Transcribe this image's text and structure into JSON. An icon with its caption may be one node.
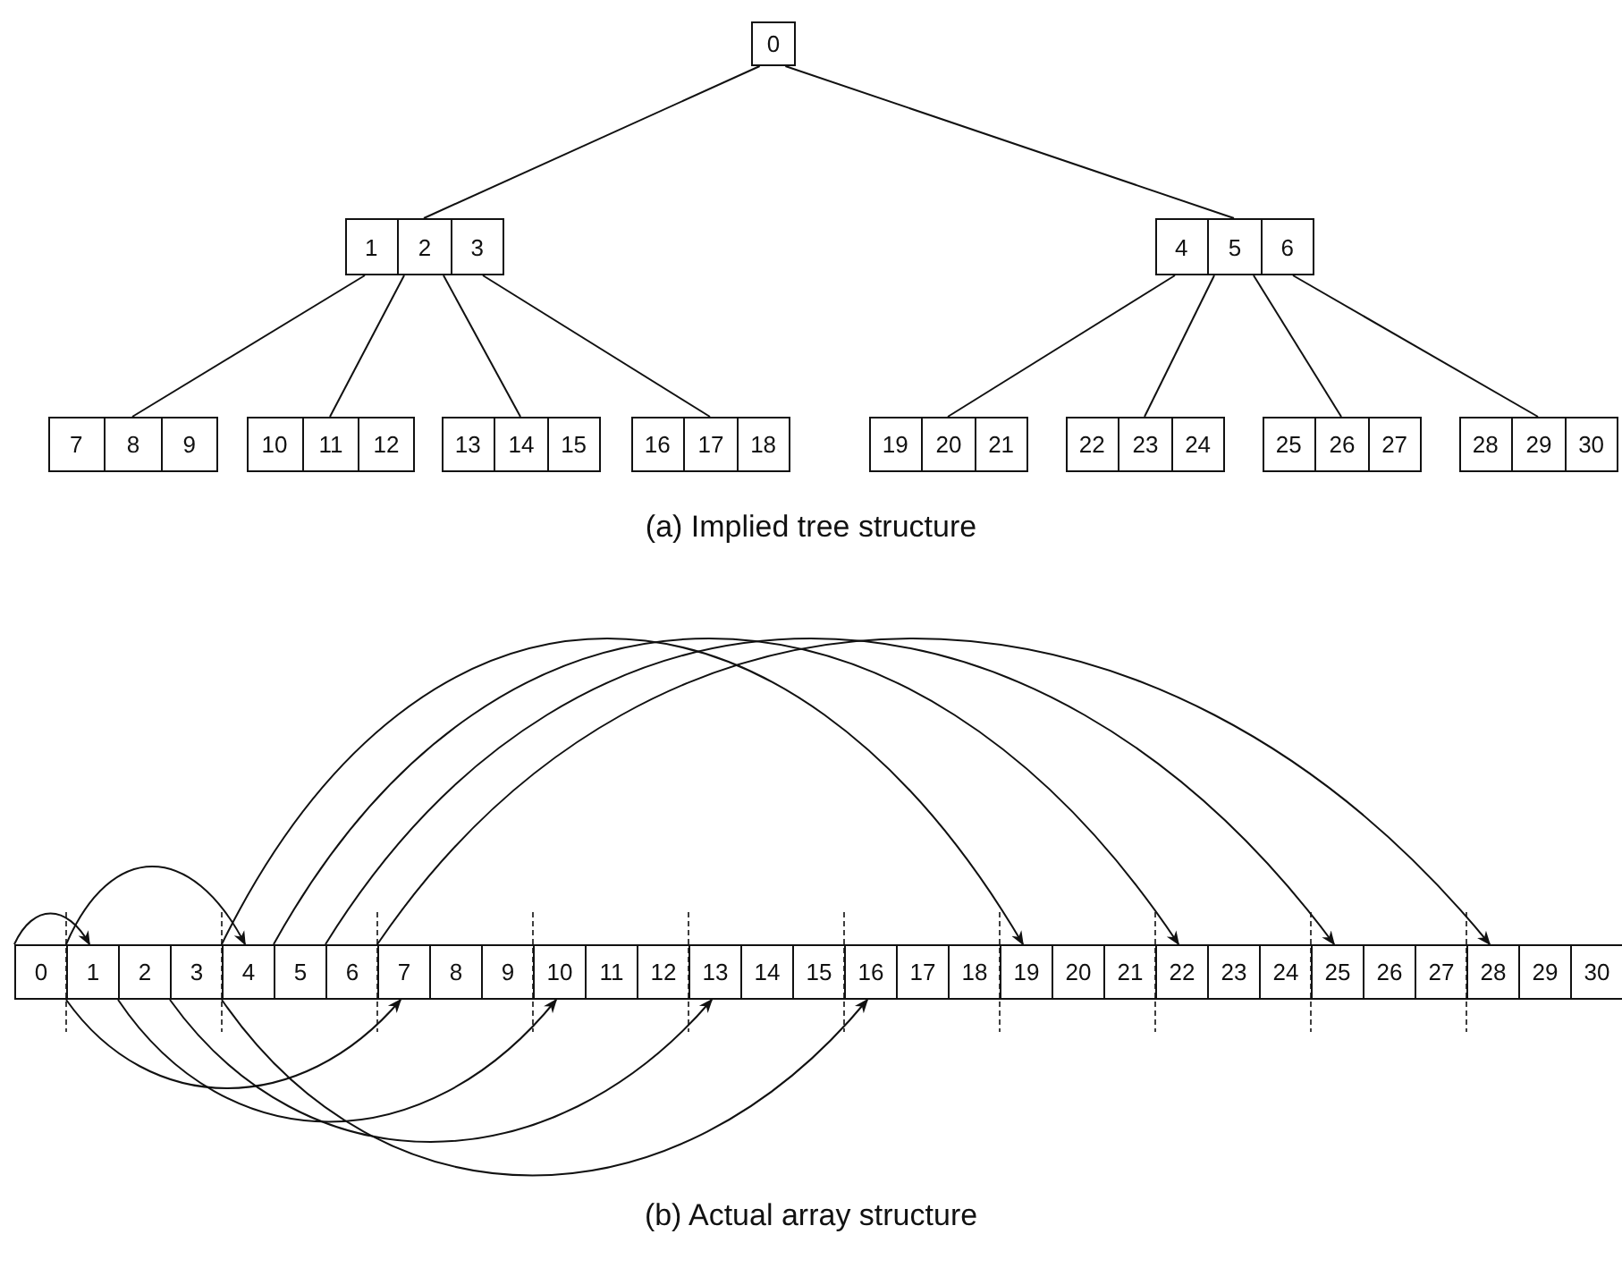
{
  "diagram": {
    "nodes": [
      {
        "text": [
          "0"
        ]
      },
      {
        "text": [],
        "shape": "box"
      },
      {
        "text": [
          "1"
        ],
        "in": 1
      },
      {
        "text": [
          "2"
        ],
        "in": 1
      },
      {
        "text": [
          "3"
        ],
        "in": 1
      },
      {
        "text": [],
        "shape": "box"
      },
      {
        "text": [
          "4"
        ],
        "in": 5
      },
      {
        "text": [
          "5"
        ],
        "in": 5
      },
      {
        "text": [
          "6"
        ],
        "in": 5
      },
      {
        "text": [],
        "shape": "box"
      },
      {
        "text": [
          "7"
        ],
        "in": 9
      },
      {
        "text": [
          "8"
        ],
        "in": 9
      },
      {
        "text": [
          "9"
        ],
        "in": 9
      },
      {
        "text": [],
        "shape": "box"
      },
      {
        "text": [
          "10"
        ],
        "in": 13
      },
      {
        "text": [
          "11"
        ],
        "in": 13
      },
      {
        "text": [
          "12"
        ],
        "in": 13
      },
      {
        "text": [],
        "shape": "box"
      },
      {
        "text": [
          "13"
        ],
        "in": 17
      },
      {
        "text": [
          "14"
        ],
        "in": 17
      },
      {
        "text": [
          "15"
        ],
        "in": 17
      },
      {
        "text": [],
        "shape": "box"
      },
      {
        "text": [
          "16"
        ],
        "in": 21
      },
      {
        "text": [
          "17"
        ],
        "in": 21
      },
      {
        "text": [
          "18"
        ],
        "in": 21
      },
      {
        "text": [],
        "shape": "box"
      },
      {
        "text": [
          "19"
        ],
        "in": 25
      },
      {
        "text": [
          "20"
        ],
        "in": 25
      },
      {
        "text": [
          "21"
        ],
        "in": 25
      },
      {
        "text": [],
        "shape": "box"
      },
      {
        "text": [
          "22"
        ],
        "in": 29
      },
      {
        "text": [
          "23"
        ],
        "in": 29
      },
      {
        "text": [
          "24"
        ],
        "in": 29
      },
      {
        "text": [],
        "shape": "box"
      },
      {
        "text": [
          "25"
        ],
        "in": 33
      },
      {
        "text": [
          "26"
        ],
        "in": 33
      },
      {
        "text": [
          "27"
        ],
        "in": 33
      },
      {
        "text": [],
        "shape": "box"
      },
      {
        "text": [
          "28"
        ],
        "in": 37
      },
      {
        "text": [
          "29"
        ],
        "in": 37
      },
      {
        "text": [
          "30"
        ],
        "in": 37
      },
      {
        "text": [
          "0"
        ]
      },
      {
        "text": [
          "1"
        ]
      },
      {
        "text": [
          "2"
        ]
      },
      {
        "text": [
          "3"
        ]
      },
      {
        "text": [
          "4"
        ]
      },
      {
        "text": [
          "5"
        ]
      },
      {
        "text": [
          "6"
        ]
      },
      {
        "text": [
          "7"
        ]
      },
      {
        "text": [
          "8"
        ]
      },
      {
        "text": [
          "9"
        ]
      },
      {
        "text": [
          "10"
        ]
      },
      {
        "text": [
          "11"
        ]
      },
      {
        "text": [
          "12"
        ]
      },
      {
        "text": [
          "13"
        ]
      },
      {
        "text": [
          "14"
        ]
      },
      {
        "text": [
          "15"
        ]
      },
      {
        "text": [
          "16"
        ]
      },
      {
        "text": [
          "17"
        ]
      },
      {
        "text": [
          "18"
        ]
      },
      {
        "text": [
          "19"
        ]
      },
      {
        "text": [
          "20"
        ]
      },
      {
        "text": [
          "21"
        ]
      },
      {
        "text": [
          "22"
        ]
      },
      {
        "text": [
          "23"
        ]
      },
      {
        "text": [
          "24"
        ]
      },
      {
        "text": [
          "25"
        ]
      },
      {
        "text": [
          "26"
        ]
      },
      {
        "text": [
          "27"
        ]
      },
      {
        "text": [
          "28"
        ]
      },
      {
        "text": [
          "29"
        ]
      },
      {
        "text": [
          "30"
        ]
      }
    ],
    "edges": [
      {
        "from": 0,
        "to": 1,
        "arrow": "none"
      },
      {
        "from": 0,
        "to": 5,
        "arrow": "none"
      },
      {
        "from": 1,
        "to": 9,
        "arrow": "none"
      },
      {
        "from": 1,
        "to": 13,
        "arrow": "none"
      },
      {
        "from": 1,
        "to": 17,
        "arrow": "none"
      },
      {
        "from": 1,
        "to": 21,
        "arrow": "none"
      },
      {
        "from": 5,
        "to": 25,
        "arrow": "none"
      },
      {
        "from": 5,
        "to": 29,
        "arrow": "none"
      },
      {
        "from": 5,
        "to": 33,
        "arrow": "none"
      },
      {
        "from": 5,
        "to": 37,
        "arrow": "none"
      },
      {
        "from": 41,
        "to": 42,
        "arrow": "to"
      },
      {
        "from": 41,
        "to": 45,
        "arrow": "to"
      },
      {
        "from": 45,
        "to": 60,
        "arrow": "to"
      },
      {
        "from": 46,
        "to": 63,
        "arrow": "to"
      },
      {
        "from": 47,
        "to": 66,
        "arrow": "to"
      },
      {
        "from": 47,
        "to": 69,
        "arrow": "to"
      },
      {
        "from": 42,
        "to": 48,
        "arrow": "to"
      },
      {
        "from": 43,
        "to": 51,
        "arrow": "to"
      },
      {
        "from": 44,
        "to": 54,
        "arrow": "to"
      },
      {
        "from": 44,
        "to": 57,
        "arrow": "to"
      }
    ],
    "labels": [
      "(a) Implied tree structure",
      "(b) Actual array structure"
    ]
  }
}
